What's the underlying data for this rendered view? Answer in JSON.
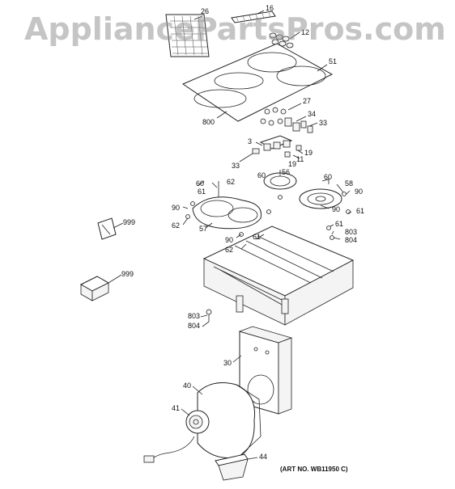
{
  "watermark": "AppliancePartsPros.com",
  "art_number": "(ART NO. WB11950 C)",
  "parts": {
    "p26": "26",
    "p16": "16",
    "p12": "12",
    "p51": "51",
    "p800": "800",
    "p27": "27",
    "p34": "34",
    "p33a": "33",
    "p3": "3",
    "p33b": "33",
    "p11": "11",
    "p19a": "19",
    "p19b": "19",
    "p60a": "60",
    "p62a": "62",
    "p60b": "60",
    "p56": "56",
    "p60c": "60",
    "p58": "58",
    "p61a": "61",
    "p90a": "90",
    "p62b": "62",
    "p57": "57",
    "p90b": "90",
    "p90c": "90",
    "p61b": "61",
    "p61c": "61",
    "p803a": "803",
    "p804a": "804",
    "p90d": "90",
    "p61d": "61",
    "p62c": "62",
    "p999a": "999",
    "p999b": "999",
    "p803b": "803",
    "p804b": "804",
    "p30": "30",
    "p40": "40",
    "p41": "41",
    "p44": "44"
  }
}
